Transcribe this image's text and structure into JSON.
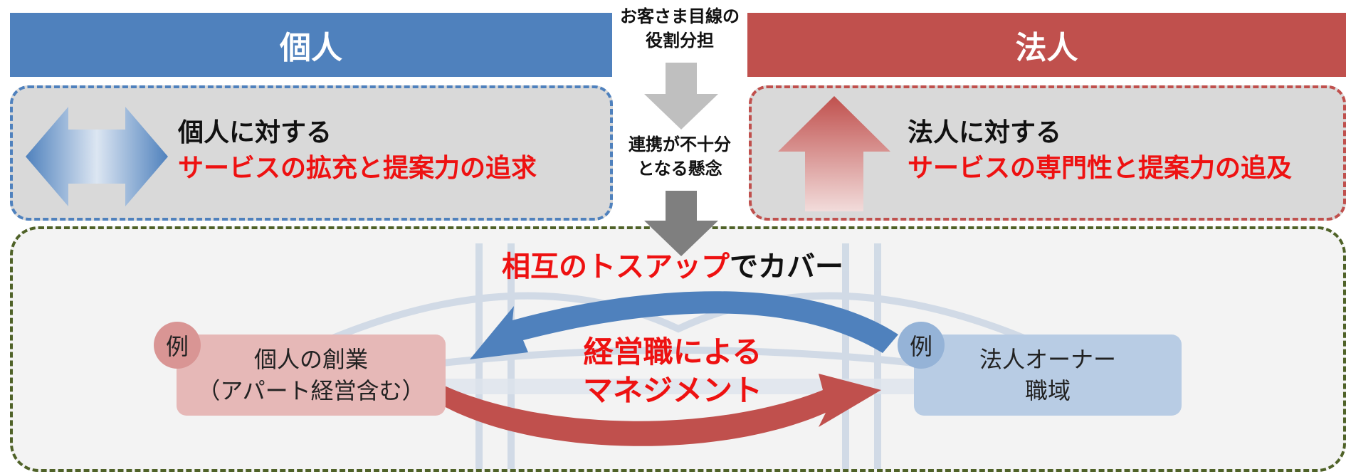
{
  "header": {
    "left_title": "個人",
    "right_title": "法人"
  },
  "center": {
    "top_label_line1": "お客さま目線の",
    "top_label_line2": "役割分担",
    "mid_label_line1": "連携が不十分",
    "mid_label_line2": "となる懸念"
  },
  "left_panel": {
    "line1": "個人に対する",
    "line2": "サービスの拡充と提案力の追求",
    "icon": "double-arrow-horizontal-icon"
  },
  "right_panel": {
    "line1": "法人に対する",
    "line2": "サービスの専門性と提案力の追及",
    "icon": "up-arrow-icon"
  },
  "bottom": {
    "cover_red": "相互のトスアップ",
    "cover_black": "でカバー",
    "management_line1": "経営職による",
    "management_line2": "マネジメント",
    "left_badge": "例",
    "left_box_line1": "個人の創業",
    "left_box_line2": "（アパート経営含む）",
    "right_badge": "例",
    "right_box_line1": "法人オーナー",
    "right_box_line2": "職域",
    "background_image": "bridge-illustration"
  },
  "colors": {
    "individual_blue": "#4f81bd",
    "corporate_red": "#c0504d",
    "emphasis_red": "#ee1111",
    "panel_gray": "#d9d9d9",
    "bottom_border_green": "#4f6228"
  }
}
